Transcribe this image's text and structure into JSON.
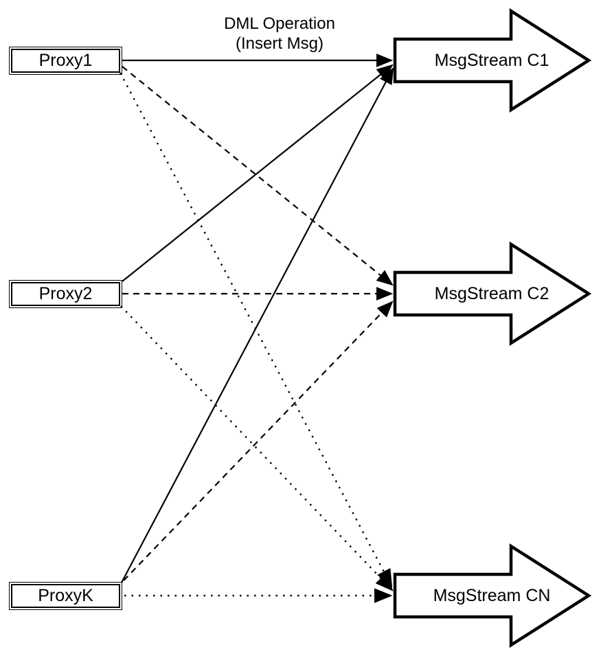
{
  "title": {
    "line1": "DML Operation",
    "line2": "(Insert Msg)"
  },
  "colors": {
    "stroke": "#000000",
    "fill": "#ffffff"
  },
  "proxies": [
    {
      "id": "proxy1",
      "label": "Proxy1"
    },
    {
      "id": "proxy2",
      "label": "Proxy2"
    },
    {
      "id": "proxyk",
      "label": "ProxyK"
    }
  ],
  "streams": [
    {
      "id": "c1",
      "label": "MsgStream C1"
    },
    {
      "id": "c2",
      "label": "MsgStream C2"
    },
    {
      "id": "cn",
      "label": "MsgStream CN"
    }
  ],
  "edges": [
    {
      "from": "proxy1",
      "to": "c1",
      "style": "solid"
    },
    {
      "from": "proxy1",
      "to": "c2",
      "style": "dashed"
    },
    {
      "from": "proxy1",
      "to": "cn",
      "style": "dotted"
    },
    {
      "from": "proxy2",
      "to": "c1",
      "style": "solid"
    },
    {
      "from": "proxy2",
      "to": "c2",
      "style": "dashed"
    },
    {
      "from": "proxy2",
      "to": "cn",
      "style": "dotted"
    },
    {
      "from": "proxyk",
      "to": "c1",
      "style": "solid"
    },
    {
      "from": "proxyk",
      "to": "c2",
      "style": "dashed"
    },
    {
      "from": "proxyk",
      "to": "cn",
      "style": "dotted"
    }
  ]
}
